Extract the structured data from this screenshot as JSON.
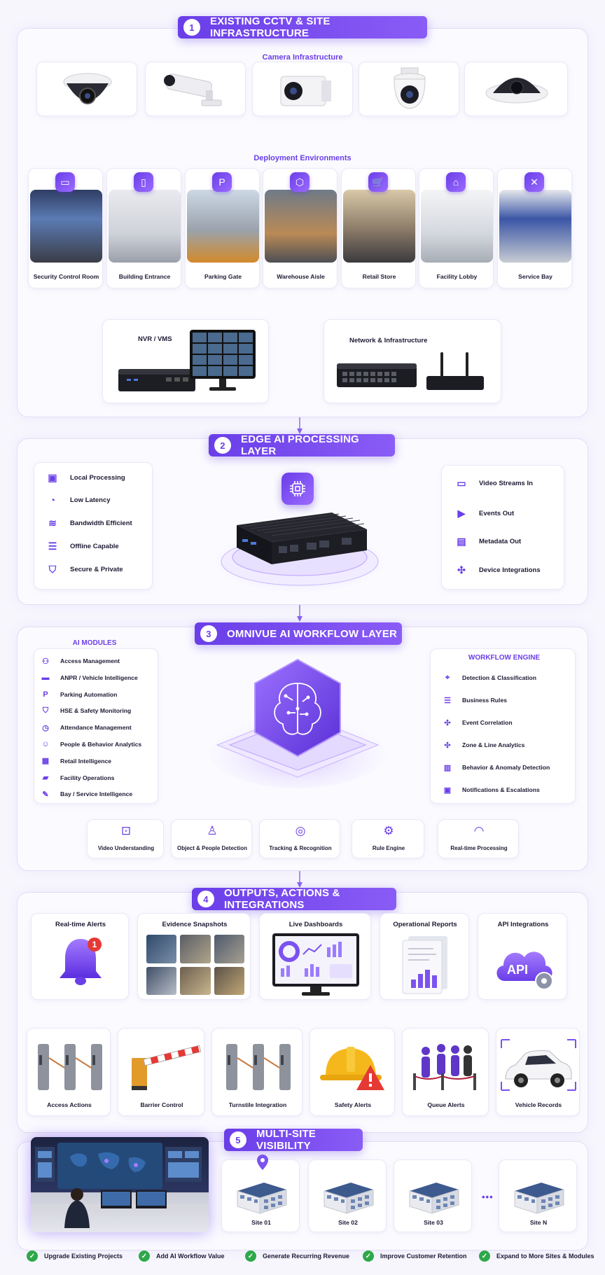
{
  "section1": {
    "number": "1",
    "title": "EXISTING CCTV & SITE INFRASTRUCTURE",
    "camera_heading": "Camera Infrastructure",
    "cameras": [
      {
        "icon": "dome-camera-icon"
      },
      {
        "icon": "bullet-camera-icon"
      },
      {
        "icon": "box-camera-icon"
      },
      {
        "icon": "ptz-camera-icon"
      },
      {
        "icon": "turret-camera-icon"
      }
    ],
    "deploy_heading": "Deployment Environments",
    "environments": [
      {
        "label": "Security Control Room",
        "icon": "monitor-icon",
        "glyph": "▭"
      },
      {
        "label": "Building Entrance",
        "icon": "door-icon",
        "glyph": "▯"
      },
      {
        "label": "Parking Gate",
        "icon": "parking-icon",
        "glyph": "P"
      },
      {
        "label": "Warehouse Aisle",
        "icon": "box-icon",
        "glyph": "⬡"
      },
      {
        "label": "Retail Store",
        "icon": "cart-icon",
        "glyph": "🛒"
      },
      {
        "label": "Facility Lobby",
        "icon": "building-icon",
        "glyph": "⌂"
      },
      {
        "label": "Service Bay",
        "icon": "wrench-icon",
        "glyph": "✕"
      }
    ],
    "nvr_label": "NVR / VMS",
    "network_label": "Network & Infrastructure"
  },
  "section2": {
    "number": "2",
    "title": "EDGE AI PROCESSING LAYER",
    "left_items": [
      {
        "label": "Local Processing",
        "icon": "chip-icon",
        "glyph": "▣"
      },
      {
        "label": "Low Latency",
        "icon": "gauge-icon",
        "glyph": "◔"
      },
      {
        "label": "Bandwidth Efficient",
        "icon": "wifi-icon",
        "glyph": "≋"
      },
      {
        "label": "Offline Capable",
        "icon": "database-icon",
        "glyph": "☰"
      },
      {
        "label": "Secure & Private",
        "icon": "shield-icon",
        "glyph": "⛉"
      }
    ],
    "right_items": [
      {
        "label": "Video Streams In",
        "icon": "camera-icon",
        "glyph": "▭"
      },
      {
        "label": "Events Out",
        "icon": "play-icon",
        "glyph": "▶"
      },
      {
        "label": "Metadata Out",
        "icon": "document-icon",
        "glyph": "▤"
      },
      {
        "label": "Device Integrations",
        "icon": "network-icon",
        "glyph": "✣"
      }
    ]
  },
  "section3": {
    "number": "3",
    "title": "OMNIVUE AI WORKFLOW LAYER",
    "modules_heading": "AI MODULES",
    "modules": [
      {
        "label": "Access Management",
        "icon": "people-icon",
        "glyph": "⚇"
      },
      {
        "label": "ANPR / Vehicle Intelligence",
        "icon": "car-icon",
        "glyph": "▬"
      },
      {
        "label": "Parking Automation",
        "icon": "parking-icon",
        "glyph": "P"
      },
      {
        "label": "HSE & Safety Monitoring",
        "icon": "shield-icon",
        "glyph": "⛉"
      },
      {
        "label": "Attendance Management",
        "icon": "clock-icon",
        "glyph": "◷"
      },
      {
        "label": "People & Behavior Analytics",
        "icon": "person-icon",
        "glyph": "☺"
      },
      {
        "label": "Retail Intelligence",
        "icon": "cart-icon",
        "glyph": "▦"
      },
      {
        "label": "Facility Operations",
        "icon": "truck-icon",
        "glyph": "▰"
      },
      {
        "label": "Bay / Service Intelligence",
        "icon": "wrench-icon",
        "glyph": "✎"
      }
    ],
    "engine_heading": "WORKFLOW ENGINE",
    "engine_items": [
      {
        "label": "Detection & Classification",
        "icon": "scan-icon",
        "glyph": "⌖"
      },
      {
        "label": "Business Rules",
        "icon": "list-icon",
        "glyph": "☰"
      },
      {
        "label": "Event Correlation",
        "icon": "network-icon",
        "glyph": "✣"
      },
      {
        "label": "Zone & Line Analytics",
        "icon": "nodes-icon",
        "glyph": "✣"
      },
      {
        "label": "Behavior & Anomaly Detection",
        "icon": "chart-icon",
        "glyph": "▥"
      },
      {
        "label": "Notifications & Escalations",
        "icon": "bell-icon",
        "glyph": "▣"
      }
    ],
    "capabilities": [
      {
        "label": "Video Understanding",
        "icon": "video-icon",
        "glyph": "⊡"
      },
      {
        "label": "Object & People Detection",
        "icon": "person-scan-icon",
        "glyph": "♙"
      },
      {
        "label": "Tracking & Recognition",
        "icon": "face-scan-icon",
        "glyph": "◎"
      },
      {
        "label": "Rule Engine",
        "icon": "gear-icon",
        "glyph": "⚙"
      },
      {
        "label": "Real-time Processing",
        "icon": "speedometer-icon",
        "glyph": "◠"
      }
    ]
  },
  "section4": {
    "number": "4",
    "title": "OUTPUTS, ACTIONS & INTEGRATIONS",
    "outputs": [
      {
        "label": "Real-time Alerts",
        "icon": "bell-icon",
        "badge": "1"
      },
      {
        "label": "Evidence Snapshots",
        "icon": "photo-grid-icon"
      },
      {
        "label": "Live Dashboards",
        "icon": "dashboard-icon"
      },
      {
        "label": "Operational Reports",
        "icon": "report-icon"
      },
      {
        "label": "API Integrations",
        "icon": "api-cloud-icon",
        "text": "API"
      }
    ],
    "actions": [
      {
        "label": "Access Actions",
        "icon": "turnstile-icon"
      },
      {
        "label": "Barrier Control",
        "icon": "barrier-icon"
      },
      {
        "label": "Turnstile Integration",
        "icon": "turnstile-icon"
      },
      {
        "label": "Safety Alerts",
        "icon": "hardhat-icon"
      },
      {
        "label": "Queue Alerts",
        "icon": "queue-icon"
      },
      {
        "label": "Vehicle Records",
        "icon": "car-icon"
      }
    ]
  },
  "section5": {
    "number": "5",
    "title": "MULTI-SITE VISIBILITY",
    "sites": [
      {
        "label": "Site 01"
      },
      {
        "label": "Site 02"
      },
      {
        "label": "Site 03"
      },
      {
        "label": "Site N"
      }
    ],
    "ellipsis": "•••"
  },
  "benefits": [
    {
      "label": "Upgrade Existing Projects"
    },
    {
      "label": "Add AI Workflow Value"
    },
    {
      "label": "Generate Recurring Revenue"
    },
    {
      "label": "Improve Customer Retention"
    },
    {
      "label": "Expand to More Sites & Modules"
    }
  ],
  "colors": {
    "accent": "#6a3ee8",
    "accent_light": "#9b6bff",
    "success": "#2ea84a",
    "alert": "#e53935"
  }
}
